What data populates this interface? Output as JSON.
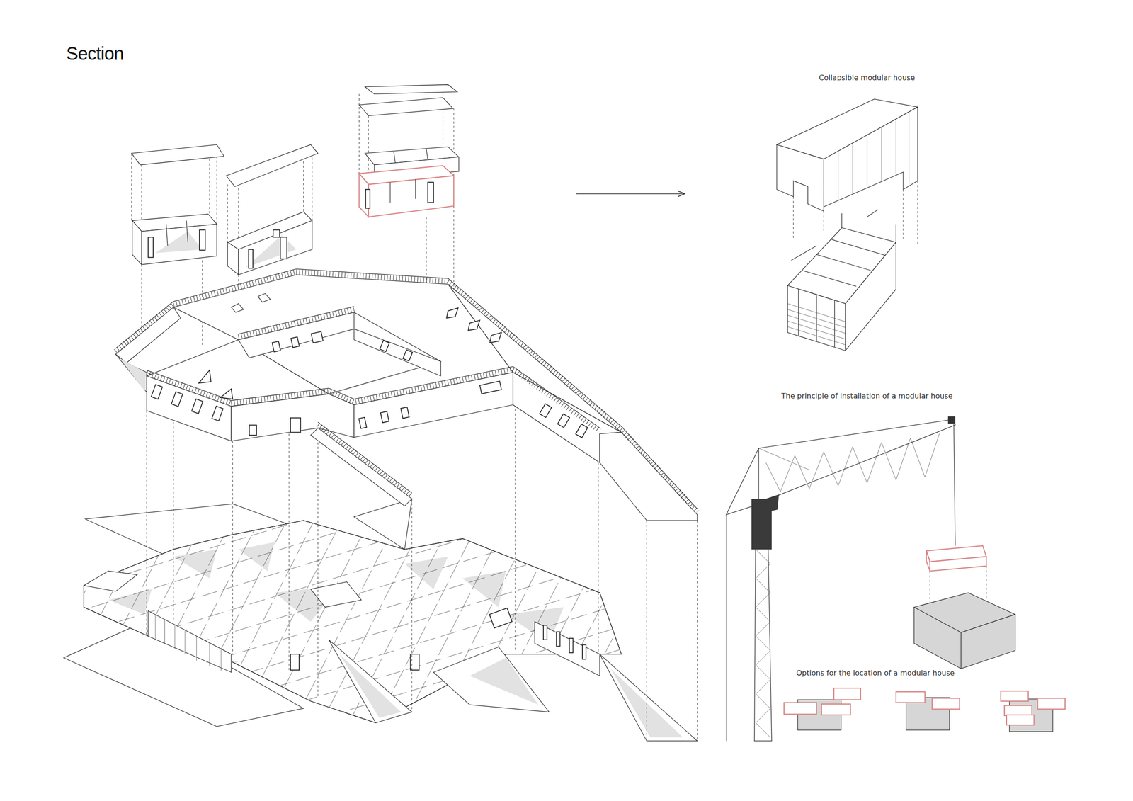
{
  "diagram": {
    "title": "Section",
    "labels": [
      "Collapsible modular house",
      "The principle of installation of a modular house",
      "Options for the location of a modular house"
    ]
  }
}
